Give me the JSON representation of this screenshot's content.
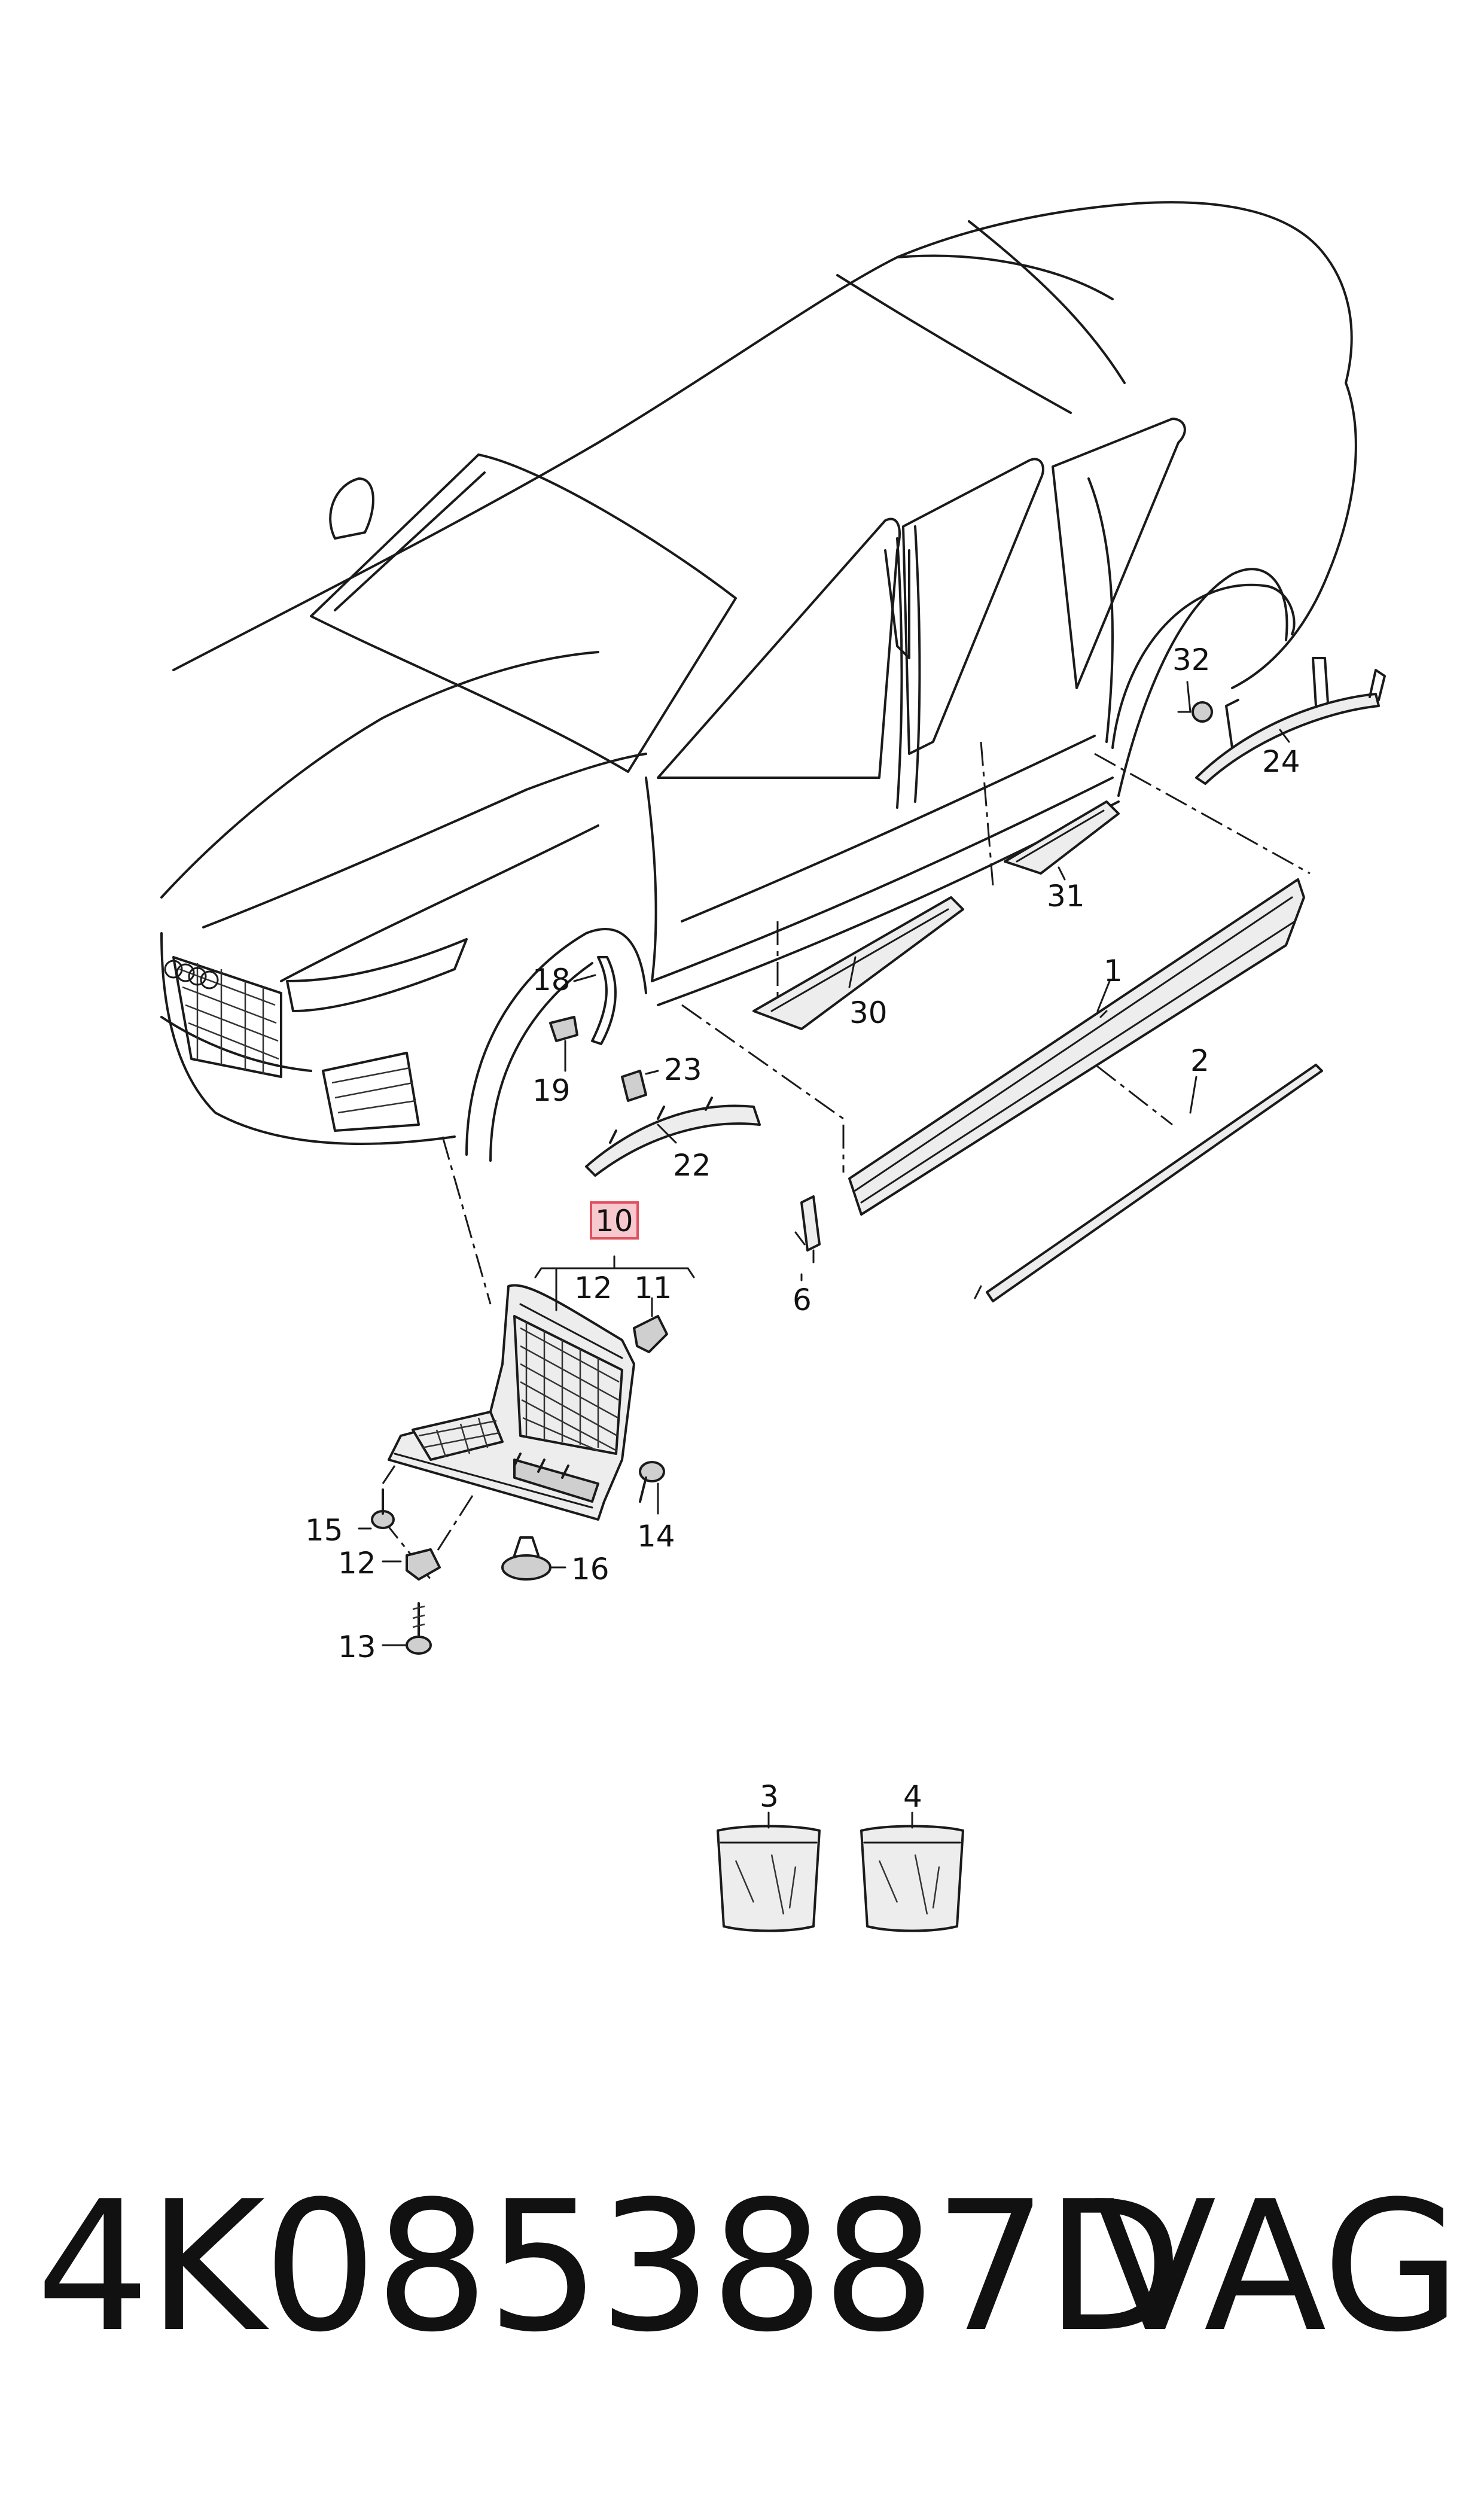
{
  "callouts": {
    "c1": "1",
    "c2": "2",
    "c3": "3",
    "c4": "4",
    "c6": "6",
    "c10": "10",
    "c11": "11",
    "c12a": "12",
    "c12b": "12",
    "c13": "13",
    "c14": "14",
    "c15": "15",
    "c16": "16",
    "c18": "18",
    "c19": "19",
    "c22": "22",
    "c23": "23",
    "c24": "24",
    "c30": "30",
    "c31": "31",
    "c32": "32"
  },
  "footer": {
    "part_number": "4K0853887D",
    "brand": "VAG"
  },
  "colors": {
    "highlight_fill": "#f7c9cf",
    "highlight_stroke": "#e0505f",
    "line": "#1a1a1a"
  }
}
